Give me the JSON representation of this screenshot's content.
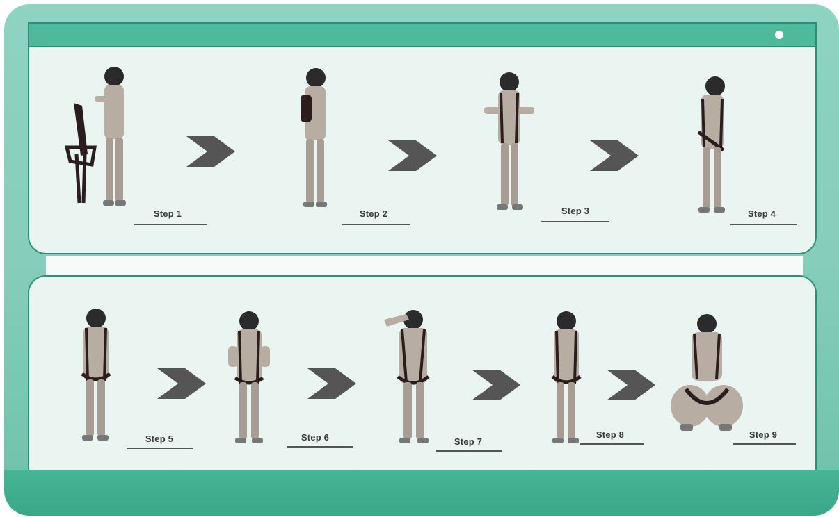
{
  "steps": [
    {
      "label": "Step 1"
    },
    {
      "label": "Step 2"
    },
    {
      "label": "Step 3"
    },
    {
      "label": "Step 4"
    },
    {
      "label": "Step 5"
    },
    {
      "label": "Step 6"
    },
    {
      "label": "Step 7"
    },
    {
      "label": "Step 8"
    },
    {
      "label": "Step 9"
    }
  ],
  "icons": {
    "arrow": "chevron-right-icon",
    "figure": "person-harness-icon"
  },
  "colors": {
    "frame": "#86cdbb",
    "panel": "#eaf5f1",
    "border": "#2e8f78",
    "bar": "#3aa887",
    "arrow": "#555555",
    "figure": "#b7ada3",
    "harness": "#2b1d1d"
  }
}
